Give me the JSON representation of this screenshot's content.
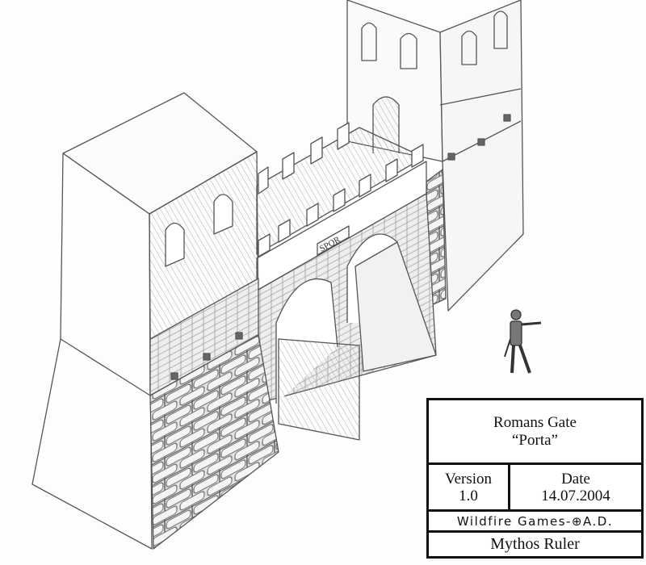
{
  "drawing": {
    "sign_text": "SPQR",
    "colors": {
      "pencil": "#555555",
      "shade": "#9a9a9a",
      "paper": "#fdfdfd"
    }
  },
  "title_block": {
    "title": "Romans Gate",
    "subtitle": "“Porta”",
    "version_label": "Version",
    "version_value": "1.0",
    "date_label": "Date",
    "date_value": "14.07.2004",
    "studio": "Wildfire Games-⊕A.D.",
    "author": "Mythos Ruler"
  }
}
